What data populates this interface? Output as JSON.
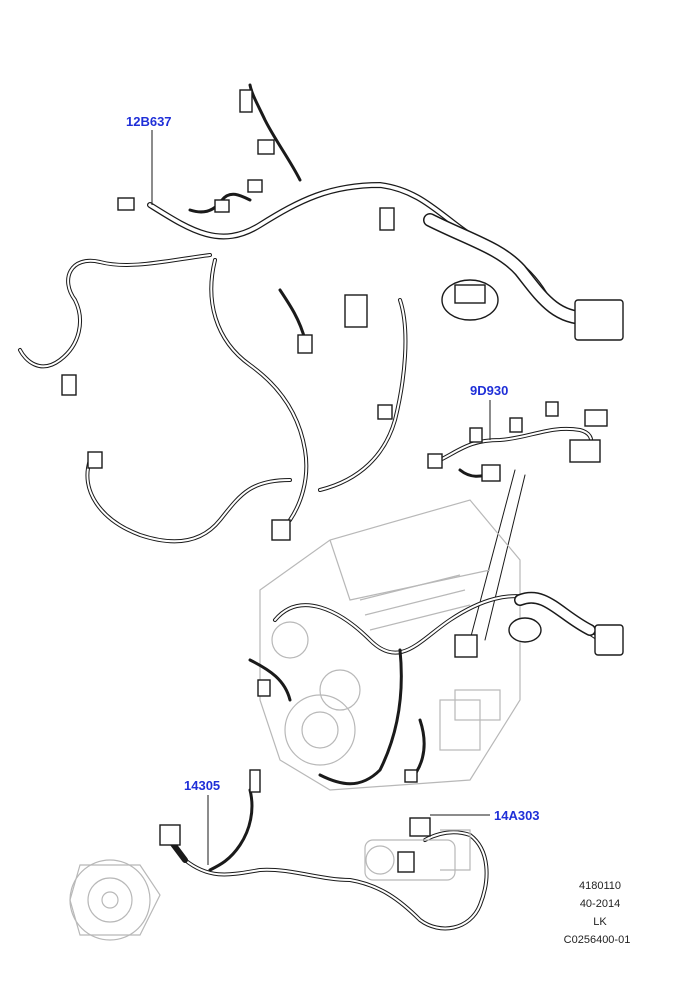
{
  "callouts": {
    "harness_top": "12B637",
    "harness_injector": "9D930",
    "harness_lower": "14305",
    "harness_starter": "14A303"
  },
  "meta": {
    "line1": "4180110",
    "line2": "40-2014",
    "line3": "LK",
    "line4": "C0256400-01"
  },
  "colors": {
    "callout": "#1f2fd8",
    "wire": "#1a1a1a",
    "ghost": "#b8b8b8"
  }
}
